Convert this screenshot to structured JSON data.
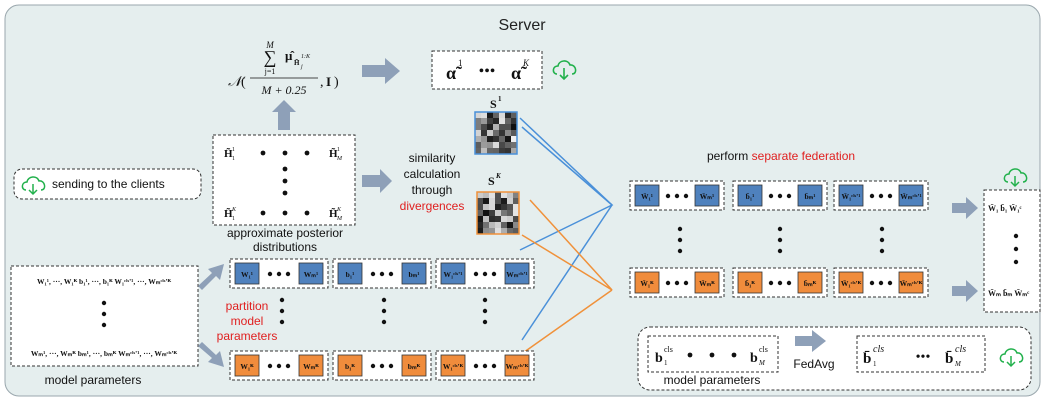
{
  "diagram": {
    "server_title": "Server",
    "posterior_formula": {
      "script_n": "𝒩",
      "sum_top": "M",
      "sum_sym": "∑",
      "sum_bottom": "j=1",
      "mu_term": "μ̂",
      "mu_sub": "H̃",
      "mu_subsub": "j",
      "mu_sup": "1:K",
      "denominator": "M + 0.25",
      "identity": "I"
    },
    "alpha_box": {
      "first": "α̃",
      "first_sup": "1",
      "dots": "•••",
      "last": "α̃",
      "last_sup": "K"
    },
    "h_matrix": {
      "tl": "H̃",
      "tl_sup": "1",
      "tl_sub": "1",
      "tr": "H̃",
      "tr_sup": "1",
      "tr_sub": "M",
      "bl": "H̃",
      "bl_sup": "K",
      "bl_sub": "1",
      "br": "H̃",
      "br_sup": "K",
      "br_sub": "M"
    },
    "approx_label_1": "approximate posterior",
    "approx_label_2": "distributions",
    "similarity_label_1": "similarity",
    "similarity_label_2": "calculation",
    "similarity_label_3": "through",
    "similarity_label_4": "divergences",
    "s_top": "S",
    "s_top_sup": "1",
    "s_bottom": "S",
    "s_bottom_sup": "K",
    "sending_label": "sending to the clients",
    "model_params_box": {
      "row1": "W₁¹, ···, W₁ᴷ  b₁¹, ···, b₁ᴷ  W₁ᶜˡˢ'¹, ···, Wₘᶜˡˢ'ᴷ",
      "row2": "Wₘ¹, ···, Wₘᴷ  bₘ¹, ···, bₘᴷ  Wₘᶜˡˢ'¹, ···, Wₘᶜˡˢ'ᴷ",
      "label": "model parameters"
    },
    "partition_label_1": "partition",
    "partition_label_2": "model",
    "partition_label_3": "parameters",
    "partition_rows": {
      "top": [
        {
          "a": "W₁¹",
          "b": "Wₘ¹"
        },
        {
          "a": "b₁¹",
          "b": "bₘ¹"
        },
        {
          "a": "W₁ᶜˡˢ'¹",
          "b": "Wₘᶜˡˢ'¹"
        }
      ],
      "bottom": [
        {
          "a": "W₁ᴷ",
          "b": "Wₘᴷ"
        },
        {
          "a": "b₁ᴷ",
          "b": "bₘᴷ"
        },
        {
          "a": "W₁ᶜˡˢ'ᴷ",
          "b": "Wₘᶜˡˢ'ᴷ"
        }
      ]
    },
    "separate_federation": {
      "prefix": "perform ",
      "highlight": "separate federation"
    },
    "federation_rows": {
      "top": [
        {
          "a": "W̄₁¹",
          "b": "W̄ₘ¹"
        },
        {
          "a": "b̄₁¹",
          "b": "b̄ₘ¹"
        },
        {
          "a": "W̄₁ᶜˡˢ'¹",
          "b": "W̄ₘᶜˡˢ'¹"
        }
      ],
      "bottom": [
        {
          "a": "W̄₁ᴷ",
          "b": "W̄ₘᴷ"
        },
        {
          "a": "b̄₁ᴷ",
          "b": "b̄ₘᴷ"
        },
        {
          "a": "W̄₁ᶜˡˢ'ᴷ",
          "b": "W̄ₘᶜˡˢ'ᴷ"
        }
      ]
    },
    "output_column": {
      "top": "W̄₁  b̄₁  W̄₁ᶜ",
      "bottom": "W̄ₘ  b̄ₘ  W̄ₘᶜ"
    },
    "cls_box": {
      "left": "b",
      "left_sup": "cls",
      "left_sub": "1",
      "right": "b",
      "right_sup": "cls",
      "right_sub": "M",
      "fedavg": "FedAvg",
      "out_left": "b̄",
      "out_left_sup": "cls",
      "out_left_sub": "1",
      "out_right": "b̄",
      "out_right_sup": "cls",
      "out_right_sub": "M",
      "label": "model parameters"
    },
    "colors": {
      "server_bg": "#e5eeee",
      "blue_cell": "#4f81bd",
      "orange_cell": "#f08c3c",
      "blue_line": "#4a90d9",
      "orange_line": "#f0913a",
      "red_text": "#e02020",
      "green_icon": "#22b14c",
      "arrow_gray": "#8ea0b8"
    }
  }
}
